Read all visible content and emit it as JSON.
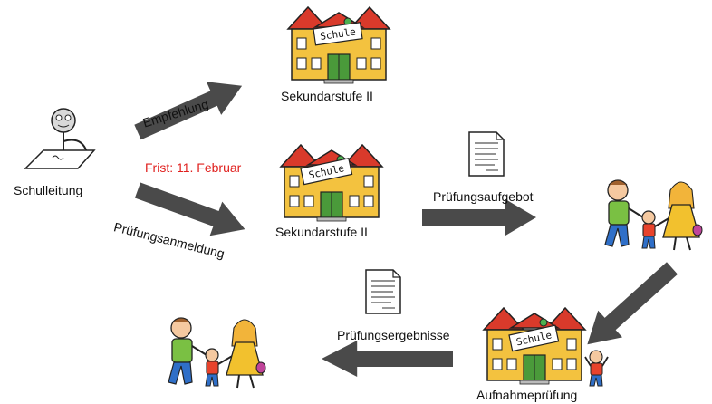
{
  "labels": {
    "principal": "Schulleitung",
    "recommendation": "Empfehlung",
    "deadline": "Frist: 11. Februar",
    "registration": "Prüfungsanmeldung",
    "school_top": "Sekundarstufe II",
    "school_middle": "Sekundarstufe II",
    "exam_invitation": "Prüfungsaufgebot",
    "exam_results": "Prüfungsergebnisse",
    "entrance_exam": "Aufnahmeprüfung"
  },
  "signs": {
    "top": "Schule",
    "middle": "Schule",
    "bottom": "Schule"
  },
  "colors": {
    "arrow": "#4a4a4a",
    "deadline_text": "#e0201e",
    "roof": "#d93a2b",
    "school_wall": "#f3c23f",
    "door": "#4a9a3a",
    "father_shirt": "#7ac043",
    "mother_dress": "#f2c12e",
    "child_shirt": "#e8432c",
    "pants": "#2f6fc8"
  },
  "icons": [
    "person-writing-icon",
    "school-building-icon",
    "document-icon",
    "family-icon",
    "arrow-icon"
  ]
}
